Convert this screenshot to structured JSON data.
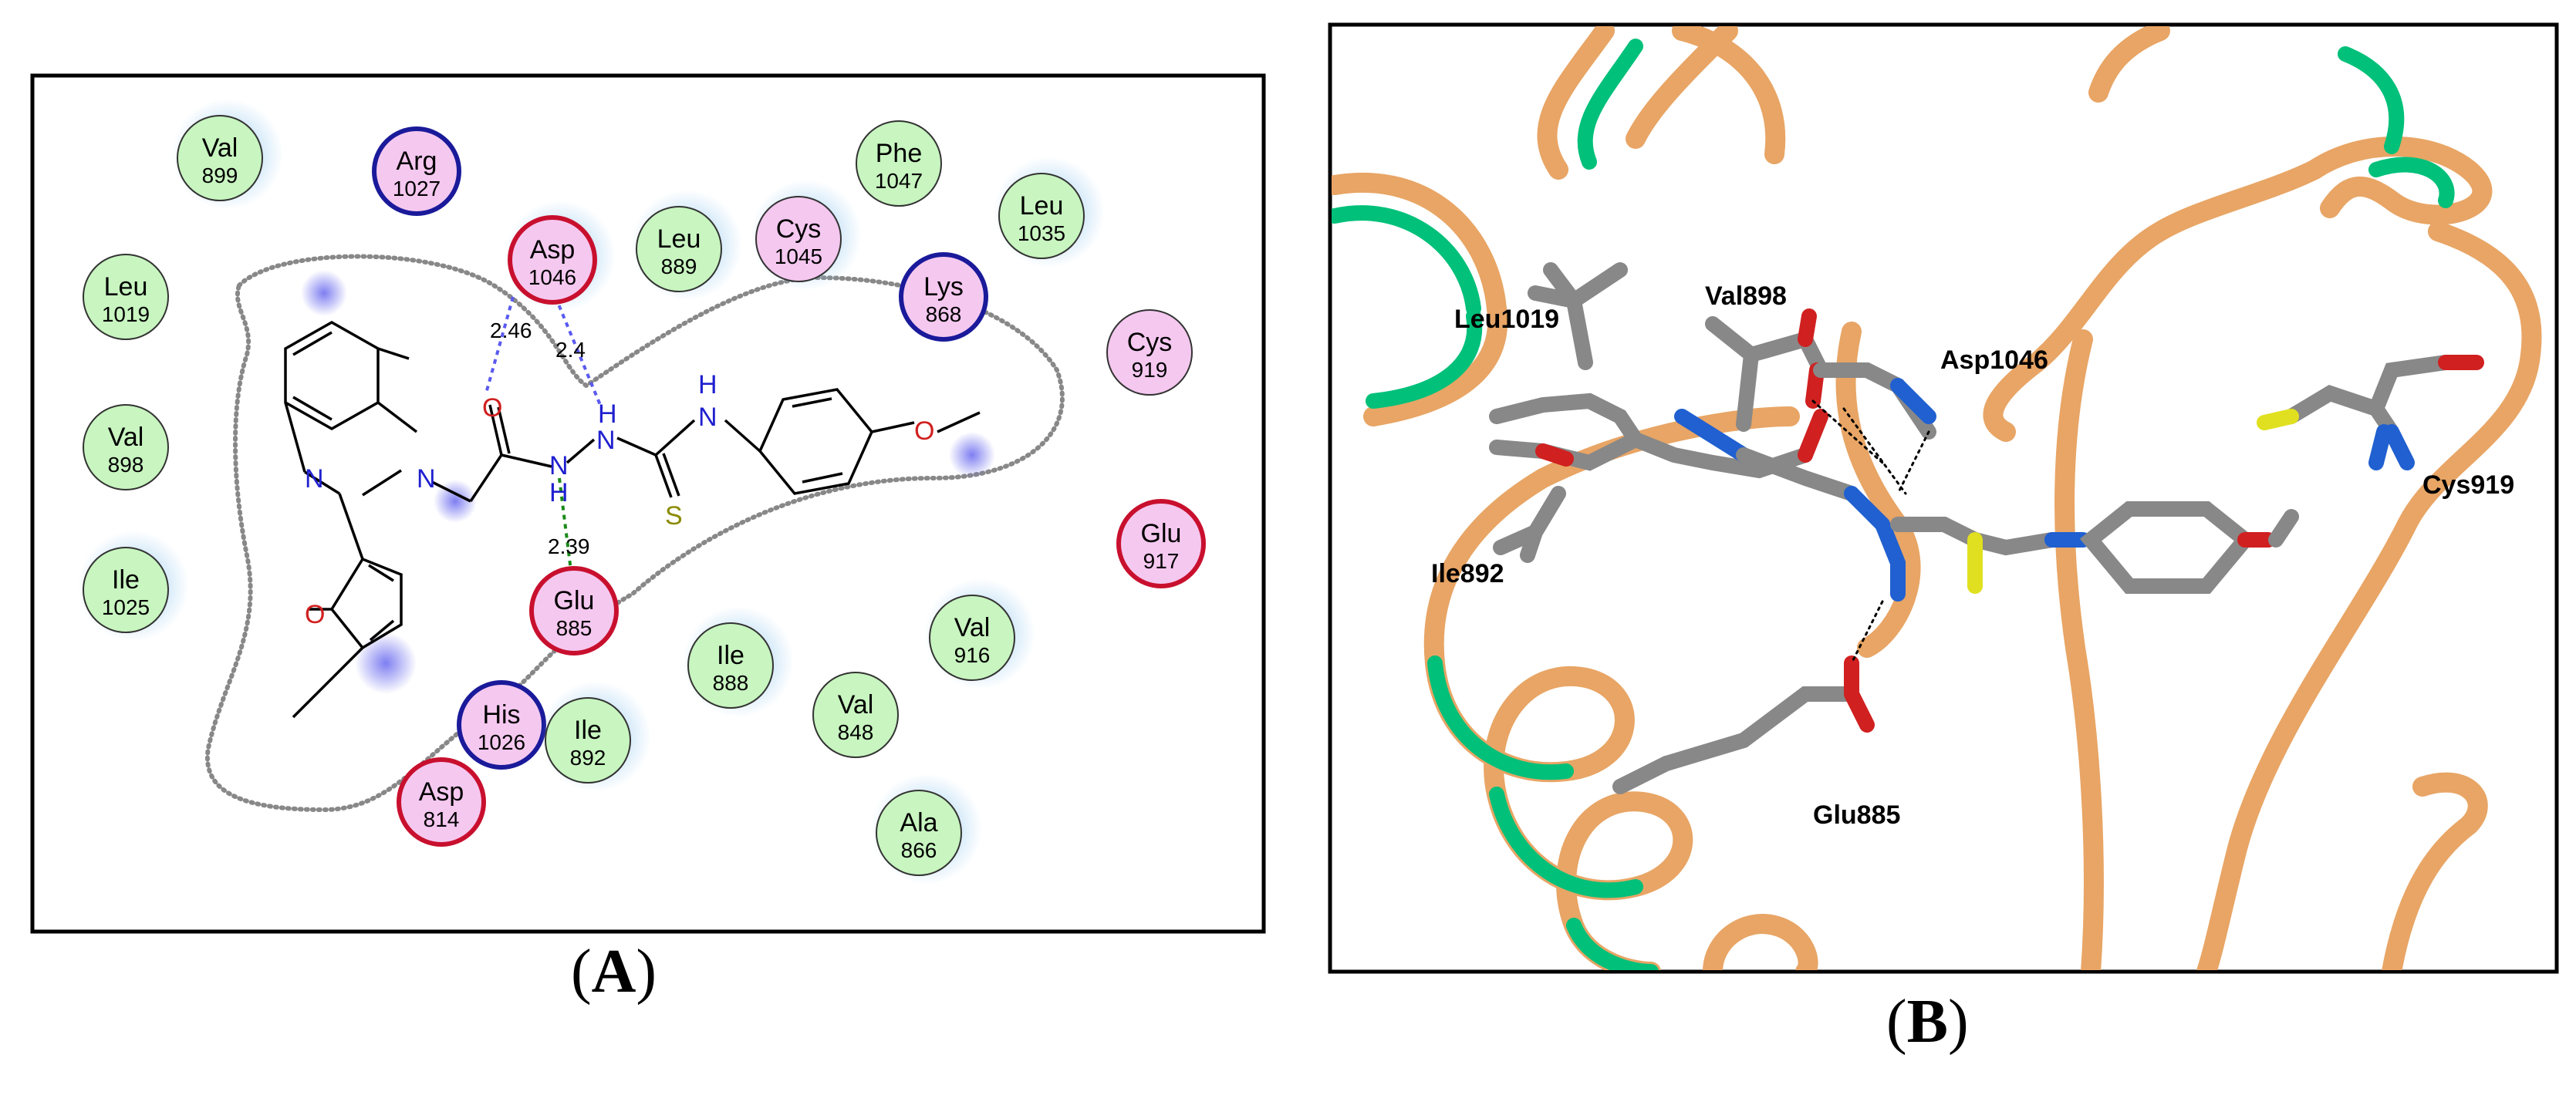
{
  "panel_a": {
    "caption": {
      "open": "(",
      "letter": "A",
      "close": ")"
    },
    "residues": [
      {
        "name": "Val",
        "num": "899",
        "type": "green"
      },
      {
        "name": "Arg",
        "num": "1027",
        "type": "basic"
      },
      {
        "name": "Phe",
        "num": "1047",
        "type": "green"
      },
      {
        "name": "Leu",
        "num": "1035",
        "type": "green"
      },
      {
        "name": "Cys",
        "num": "1045",
        "type": "polar"
      },
      {
        "name": "Leu",
        "num": "889",
        "type": "green"
      },
      {
        "name": "Asp",
        "num": "1046",
        "type": "acidic"
      },
      {
        "name": "Lys",
        "num": "868",
        "type": "basic"
      },
      {
        "name": "Leu",
        "num": "1019",
        "type": "green"
      },
      {
        "name": "Cys",
        "num": "919",
        "type": "polar"
      },
      {
        "name": "Val",
        "num": "898",
        "type": "green"
      },
      {
        "name": "Glu",
        "num": "917",
        "type": "acidic"
      },
      {
        "name": "Ile",
        "num": "1025",
        "type": "green"
      },
      {
        "name": "Glu",
        "num": "885",
        "type": "acidic"
      },
      {
        "name": "Val",
        "num": "916",
        "type": "green"
      },
      {
        "name": "Ile",
        "num": "888",
        "type": "green"
      },
      {
        "name": "Val",
        "num": "848",
        "type": "green"
      },
      {
        "name": "His",
        "num": "1026",
        "type": "basic"
      },
      {
        "name": "Ile",
        "num": "892",
        "type": "green"
      },
      {
        "name": "Asp",
        "num": "814",
        "type": "acidic"
      },
      {
        "name": "Ala",
        "num": "866",
        "type": "green"
      }
    ],
    "distances": [
      "2.46",
      "2.4",
      "2.39"
    ],
    "atoms": [
      "N",
      "N",
      "O",
      "O",
      "N",
      "N",
      "H",
      "H",
      "H",
      "N",
      "S",
      "O"
    ],
    "colors": {
      "hydrophobic_fill": "#c8f5c0",
      "polar_fill": "#f5c8f0",
      "basic_border": "#1a1a9a",
      "acidic_border": "#c8102e",
      "exposure_halo": "#a8d4f0",
      "hbond_side": "#5a5af0",
      "hbond_back": "#1a8a1a"
    }
  },
  "panel_b": {
    "caption": {
      "open": "(",
      "letter": "B",
      "close": ")"
    },
    "labels": [
      "Leu1019",
      "Val898",
      "Asp1046",
      "Ile892",
      "Cys919",
      "Glu885"
    ],
    "colors": {
      "ribbon_a": "#e8a565",
      "ribbon_b": "#00c07a",
      "carbon": "#888888",
      "nitrogen": "#2060d0",
      "oxygen": "#d02020",
      "sulfur": "#e0e020"
    }
  }
}
